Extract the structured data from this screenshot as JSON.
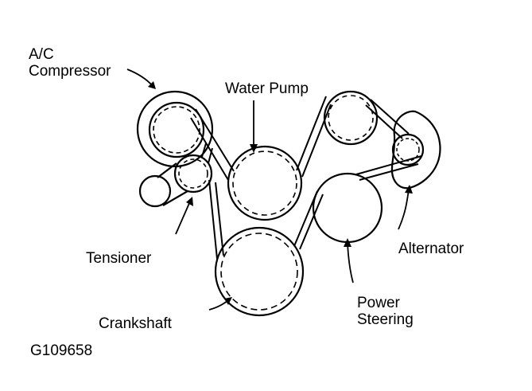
{
  "diagram": {
    "labels": {
      "ac_compressor": [
        "A/C",
        "Compressor"
      ],
      "water_pump": "Water Pump",
      "tensioner": "Tensioner",
      "alternator": "Alternator",
      "crankshaft": "Crankshaft",
      "power_steering": [
        "Power",
        "Steering"
      ],
      "figure_id": "G109658"
    },
    "colors": {
      "ink": "#000000",
      "background": "#ffffff"
    }
  }
}
